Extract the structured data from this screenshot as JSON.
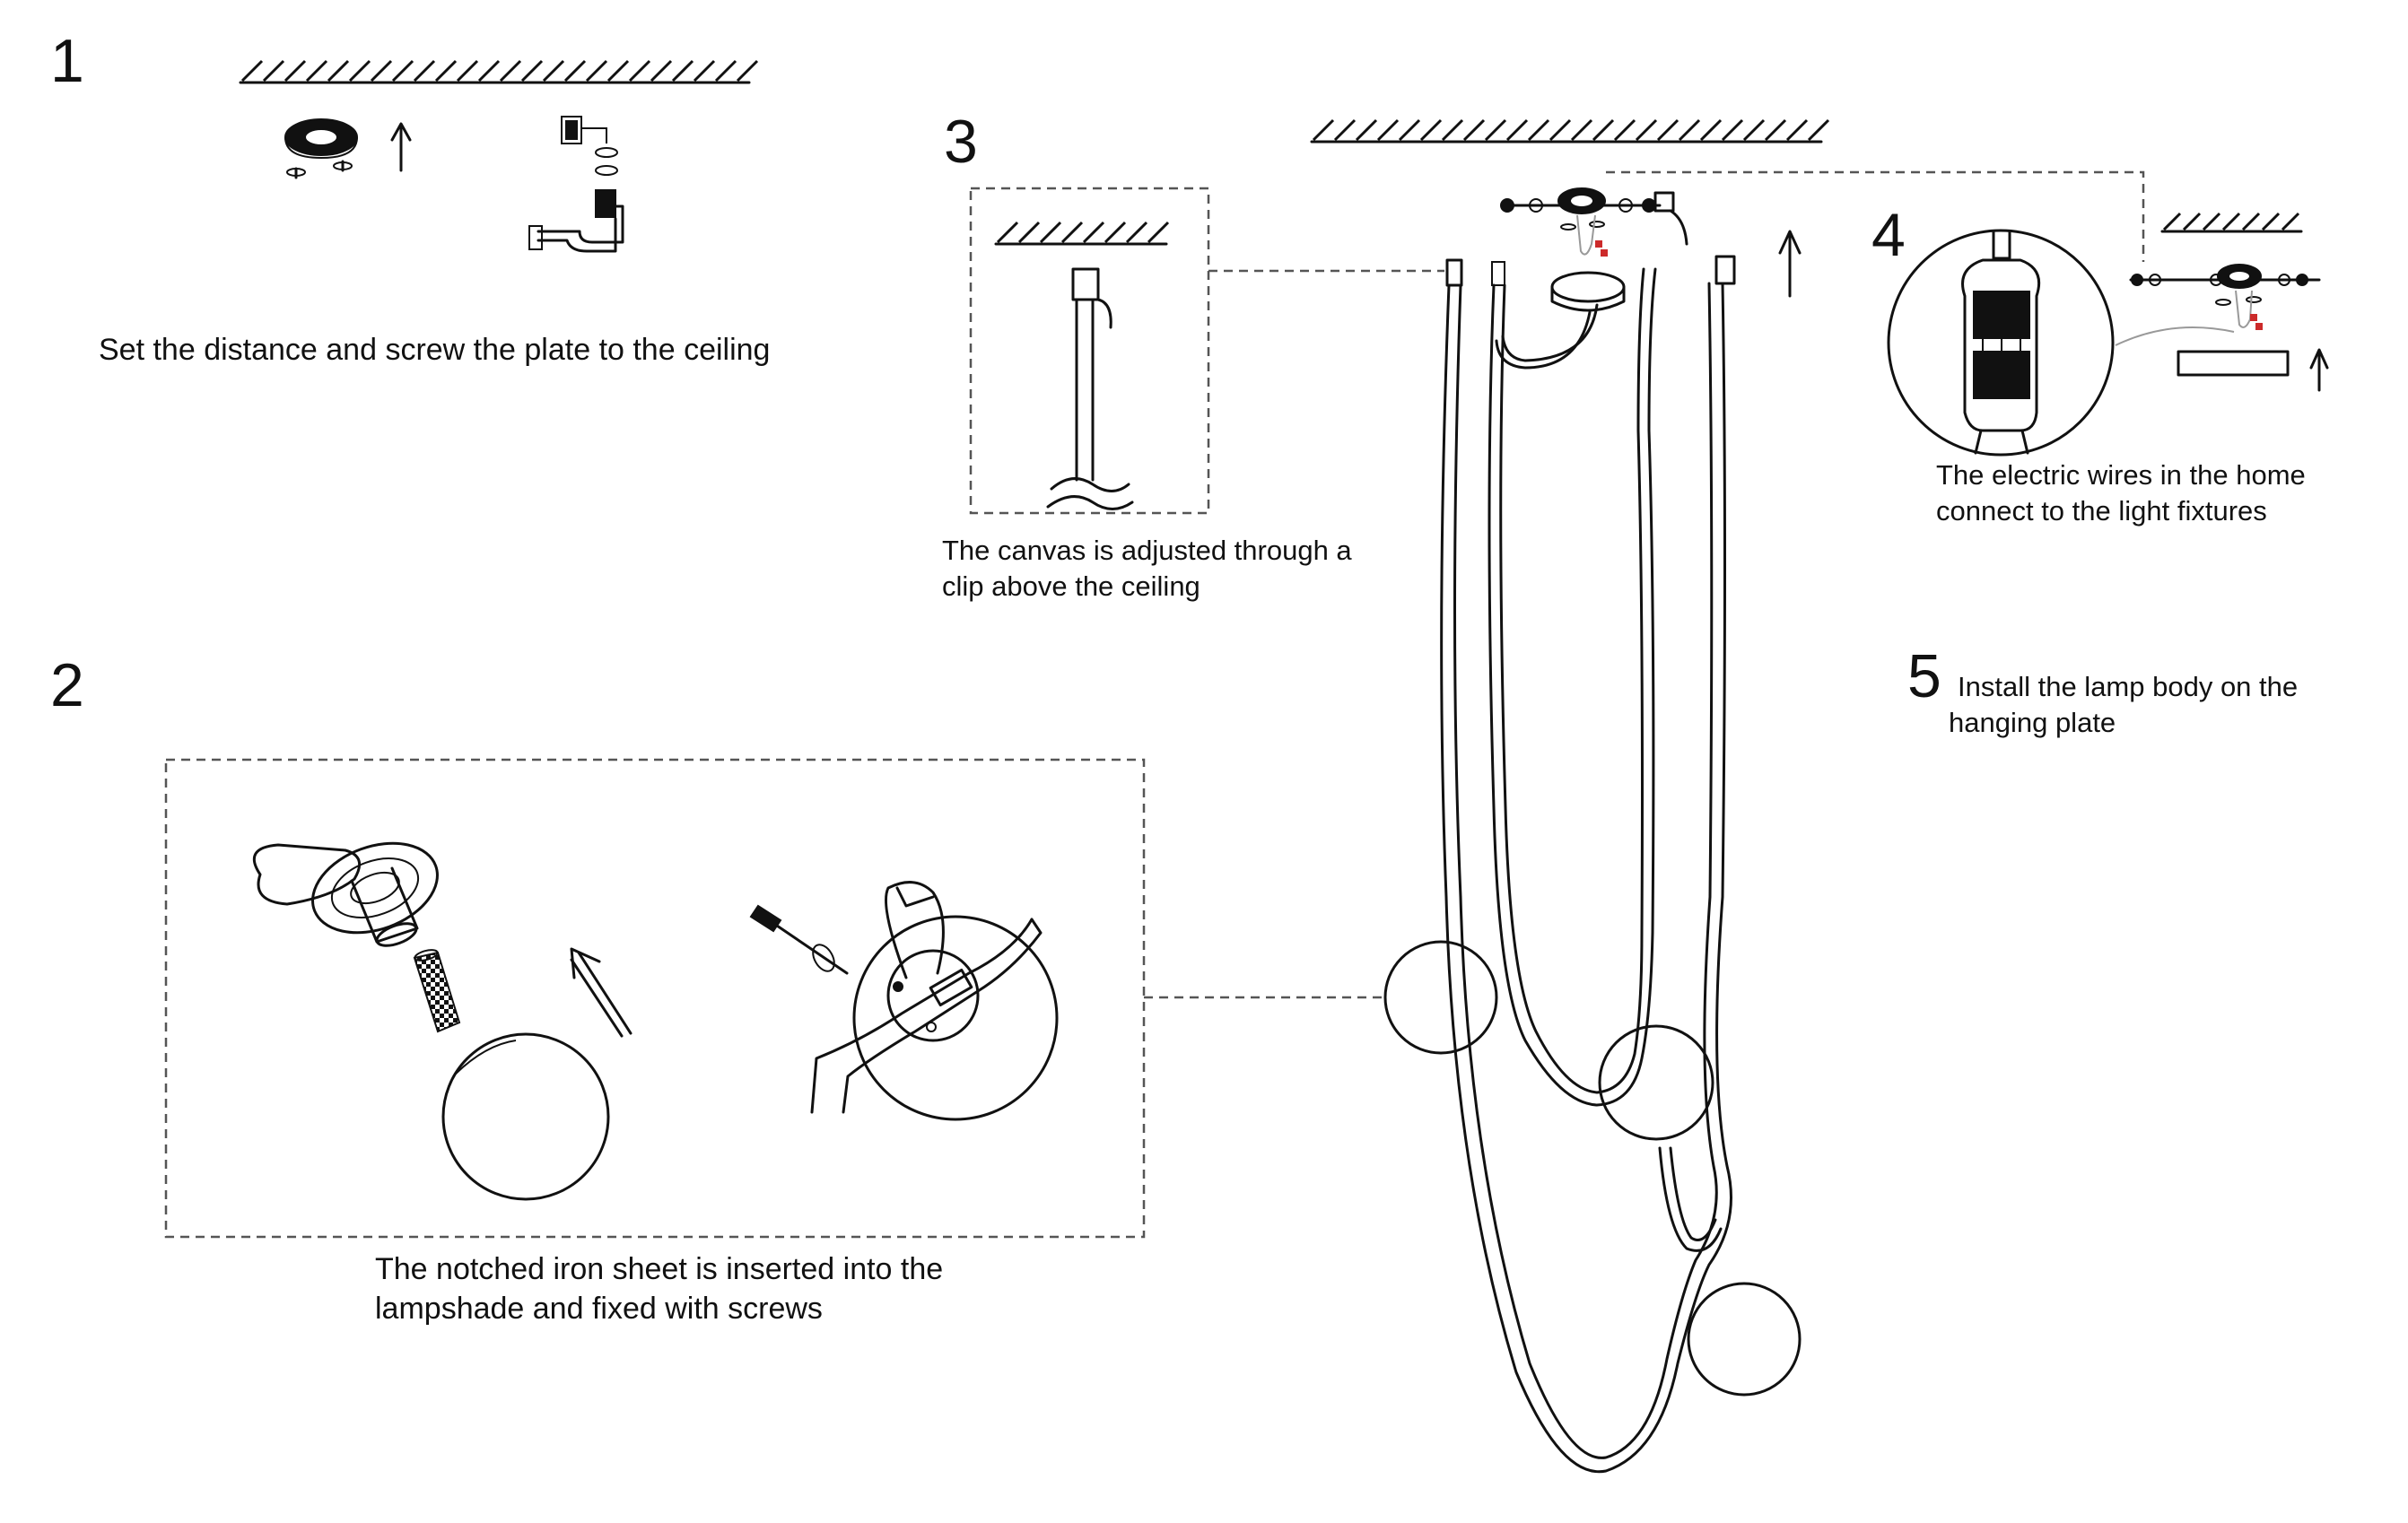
{
  "colors": {
    "ink": "#111111",
    "frame": "#555555",
    "wire_accent": "#cc2a2a",
    "background": "#ffffff"
  },
  "steps": [
    {
      "number": "1",
      "caption": [
        "Set the distance and screw the plate to the ceiling"
      ]
    },
    {
      "number": "2",
      "caption": [
        "The notched iron sheet is inserted into the",
        "lampshade and fixed with screws"
      ]
    },
    {
      "number": "3",
      "caption": [
        "The canvas is adjusted through a",
        "clip above the ceiling"
      ]
    },
    {
      "number": "4",
      "caption": [
        "The electric wires in the home",
        "connect to the light fixtures"
      ]
    },
    {
      "number": "5",
      "caption": [
        "Install the lamp body on the",
        "hanging plate"
      ]
    }
  ],
  "icons": [
    "ceiling-hatch-icon",
    "up-arrow-icon",
    "screwdriver-icon",
    "globe-lampshade-icon",
    "terminal-block-icon",
    "canopy-icon",
    "clip-icon"
  ]
}
